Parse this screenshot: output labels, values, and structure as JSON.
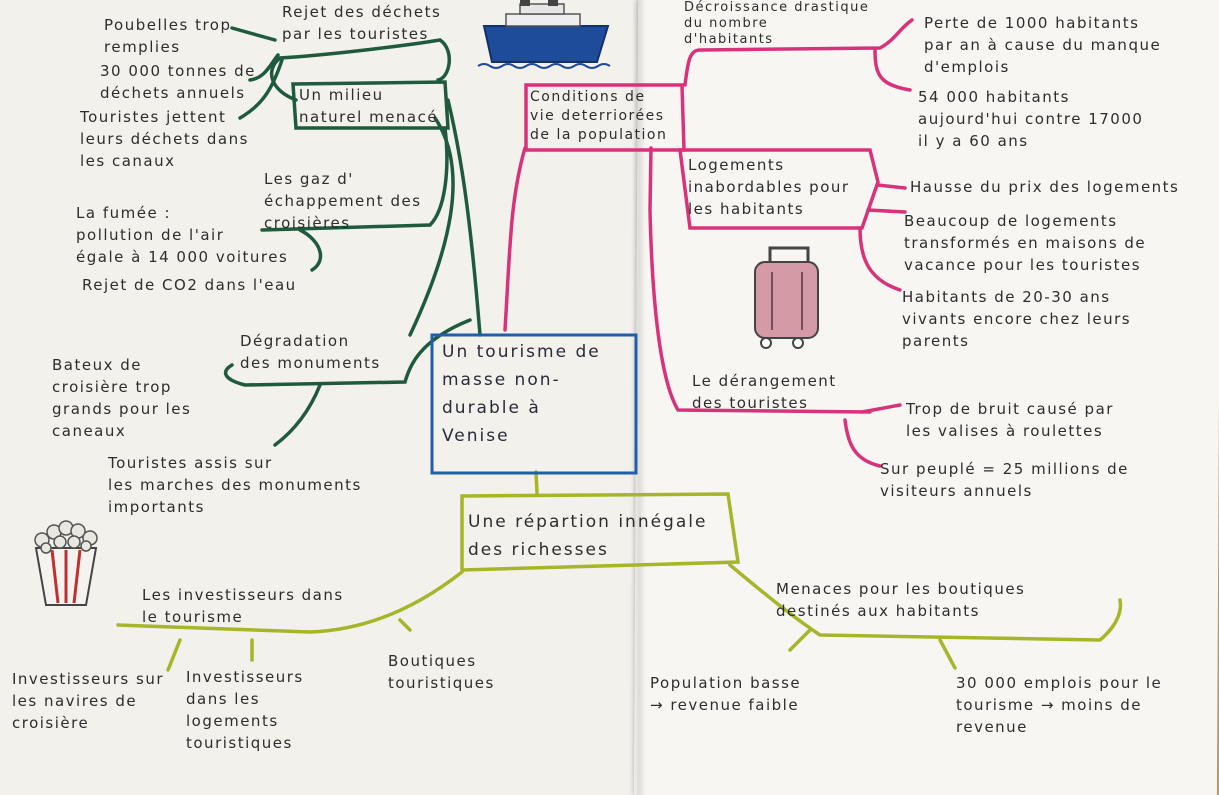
{
  "center": {
    "label": "Un tourisme de\nmasse non-\ndurable à\nVenise"
  },
  "colors": {
    "green_dark": "#1f5a3c",
    "magenta": "#d8337a",
    "lime": "#a6b52a",
    "blue": "#1f5ea8"
  },
  "environment": {
    "label": "Un milieu\nnaturel menacé",
    "waste": {
      "label": "Rejet des déchets\npar les touristes",
      "details": [
        "Poubelles trop\nremplies",
        "30 000 tonnes de\ndéchets annuels",
        "Touristes jettent\nleurs déchets dans\nles canaux"
      ]
    },
    "gas": {
      "label": "Les gaz d'\néchappement des\ncroisières",
      "details": [
        "La fumée :\npollution de l'air\négale à 14 000 voitures",
        "Rejet de CO2 dans l'eau"
      ]
    },
    "monuments": {
      "label": "Dégradation\ndes monuments",
      "details": [
        "Bateux de\ncroisière trop\ngrands pour les\ncaneaux",
        "Touristes assis sur\nles marches des monuments\nimportants"
      ]
    }
  },
  "living": {
    "label": "Conditions de\nvie deterriorées\nde la population",
    "decrease": {
      "label": "Décroissance drastique\ndu nombre\nd'habitants",
      "details": [
        "Perte de 1000 habitants\npar an à cause du manque\nd'emplois",
        "54 000 habitants\naujourd'hui contre 17000\nil y a 60 ans"
      ]
    },
    "housing": {
      "label": "Logements\ninabordables pour\nles habitants",
      "details": [
        "Hausse du prix des logements",
        "Beaucoup de logements\ntransformés en maisons de\nvacance pour les touristes",
        "Habitants de 20-30 ans\nvivants encore chez leurs\nparents"
      ]
    },
    "disturbance": {
      "label": "Le dérangement\ndes touristes",
      "details": [
        "Trop de bruit causé par\nles valises à roulettes",
        "Sur peuplé = 25 millions de\nvisiteurs annuels"
      ]
    }
  },
  "wealth": {
    "label": "Une répartion innégale\ndes richesses",
    "investors": {
      "label": "Les investisseurs dans\nle tourisme",
      "details": [
        "Investisseurs sur\nles navires de\ncroisière",
        "Investisseurs\ndans les\nlogements\ntouristiques",
        "Boutiques\ntouristiques"
      ]
    },
    "shops": {
      "label": "Menaces pour les boutiques\ndestinés aux habitants",
      "details": [
        "Population basse\n→ revenue faible",
        "30 000 emplois pour le\ntourisme → moins de\nrevenue"
      ]
    }
  },
  "illustrations": [
    "cruise-ship",
    "suitcase",
    "popcorn"
  ]
}
